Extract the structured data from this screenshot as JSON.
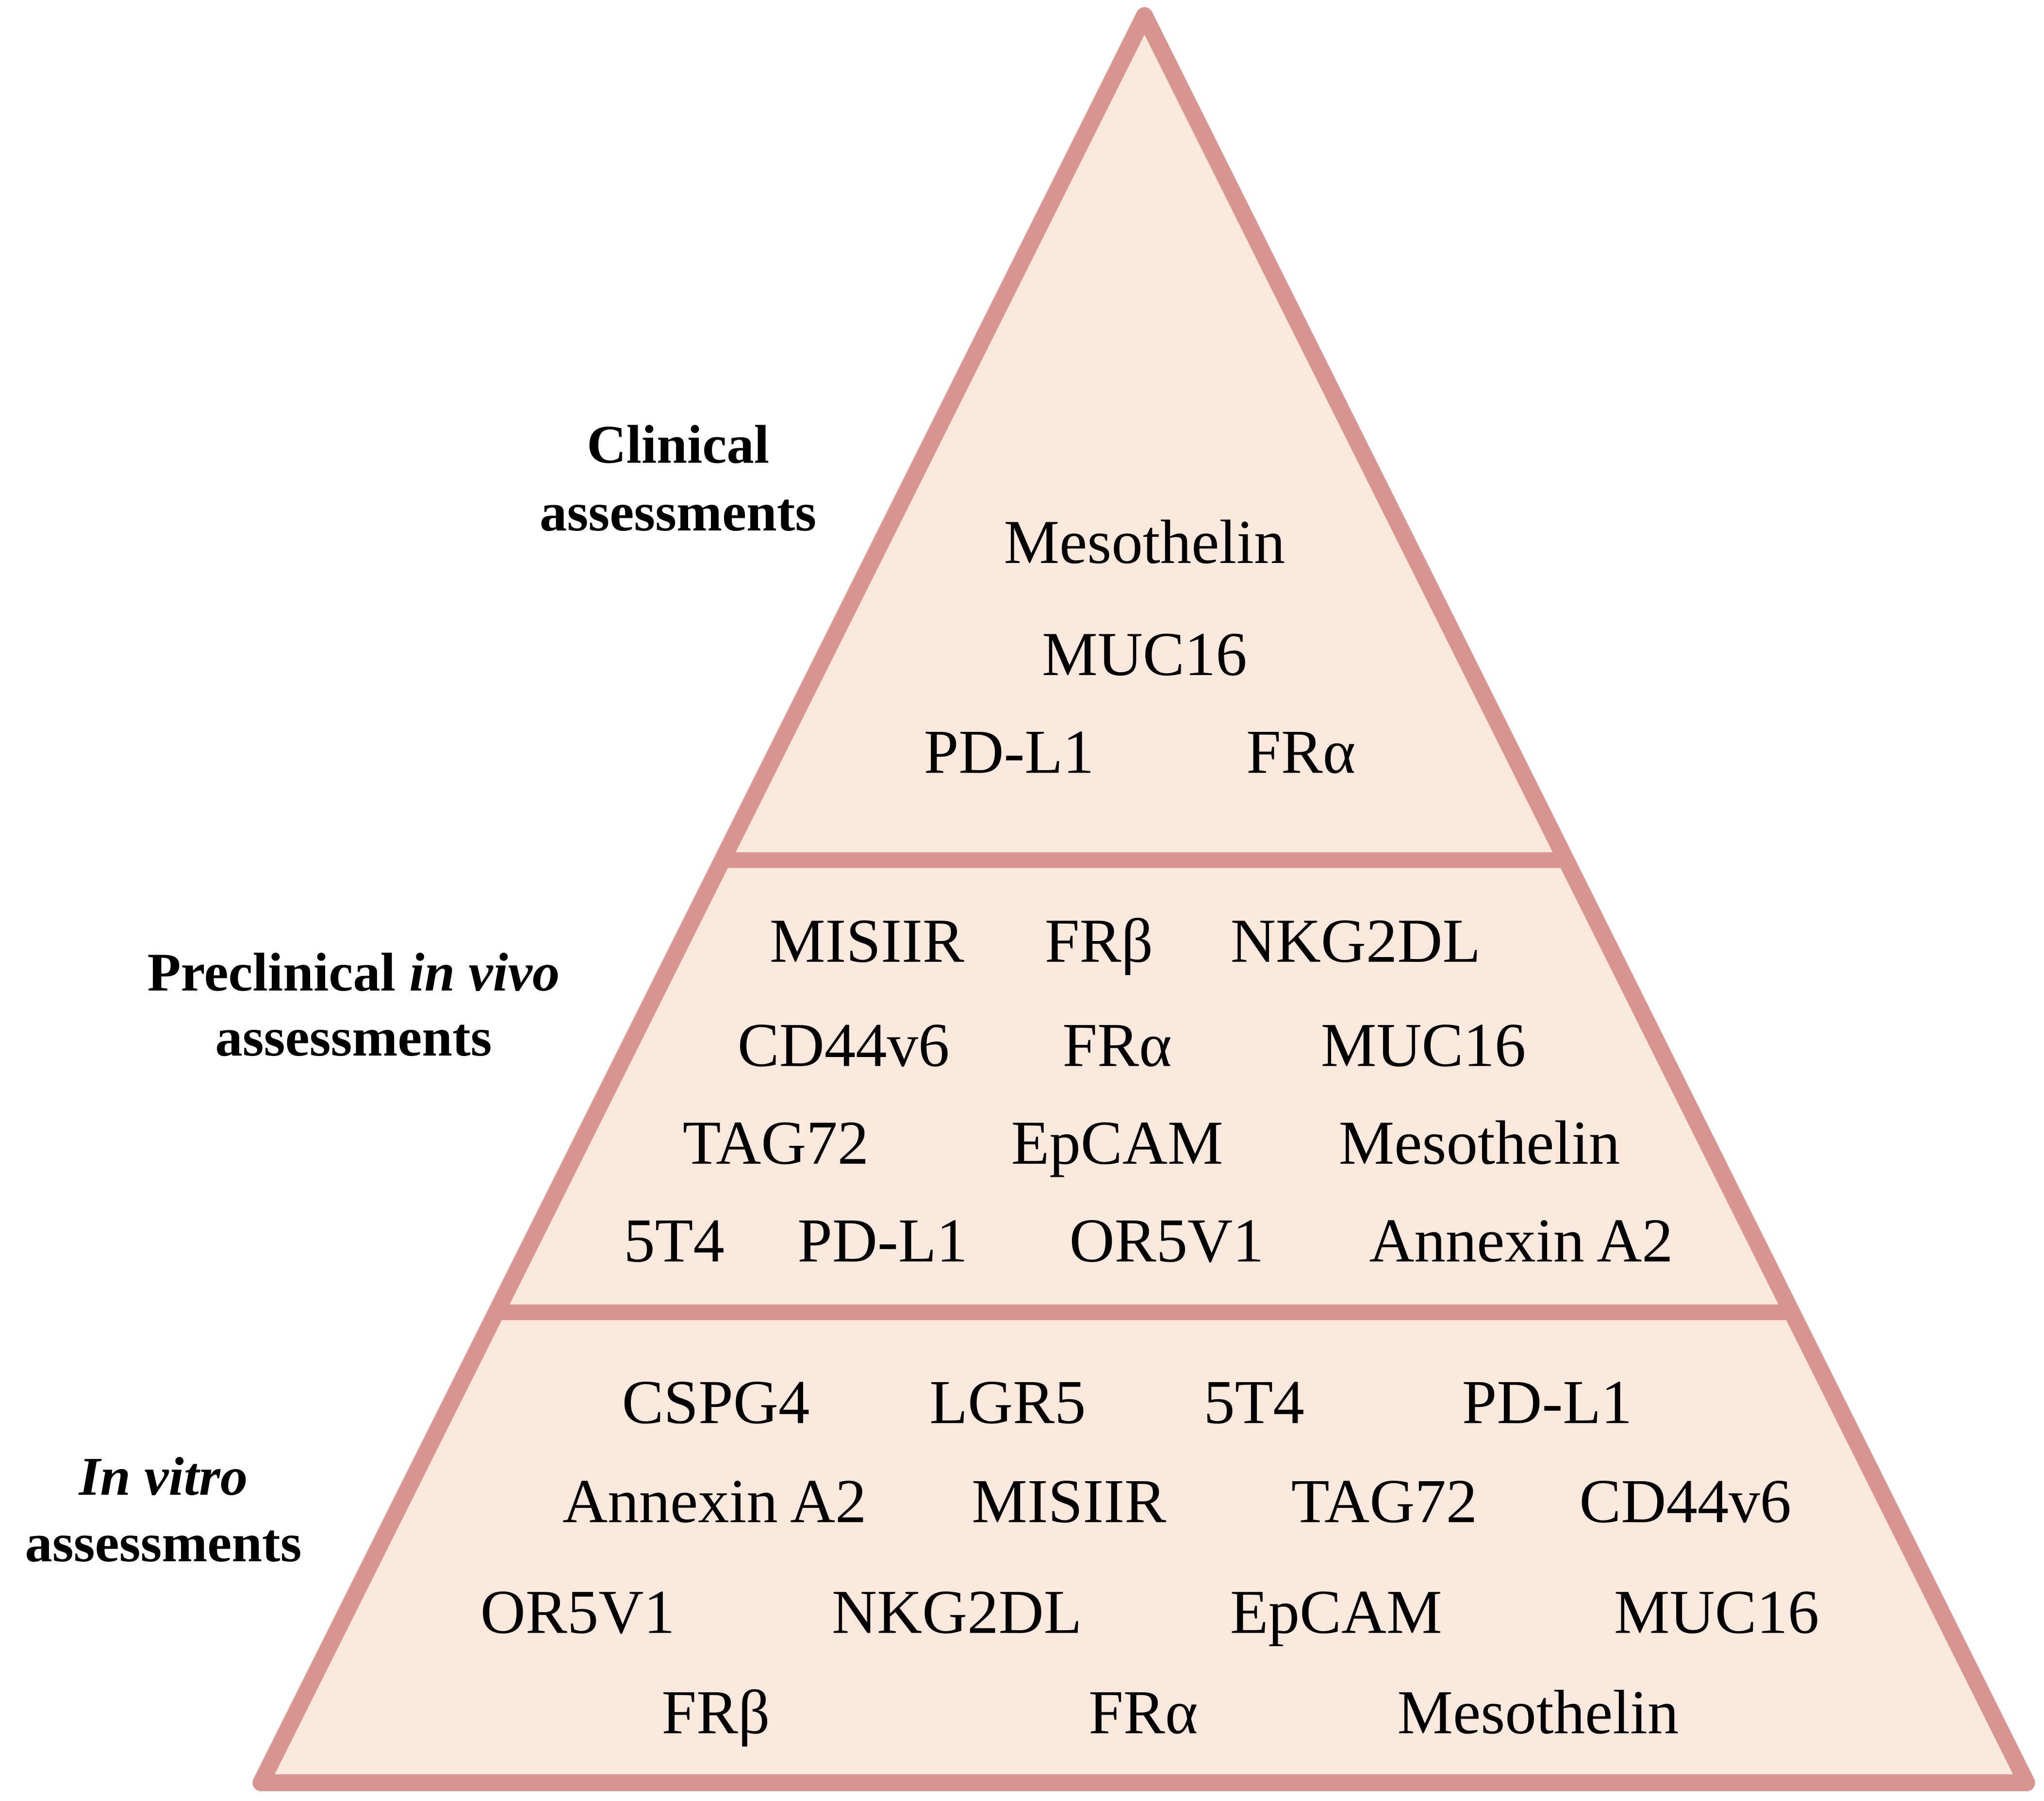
{
  "colors": {
    "stroke": "#D8948E",
    "fill": "#FBE8DC",
    "text": "#000000"
  },
  "tiers": [
    {
      "name": "clinical",
      "label_lines": [
        {
          "text": "Clinical",
          "italic": false
        },
        {
          "text": "assessments",
          "italic": false
        }
      ],
      "rows": [
        [
          "Mesothelin"
        ],
        [
          "MUC16"
        ],
        [
          "PD-L1",
          "FRα"
        ]
      ]
    },
    {
      "name": "preclinical-in-vivo",
      "label_lines": [
        {
          "text": "Preclinical ",
          "italic_suffix": "in vivo"
        },
        {
          "text": "assessments",
          "italic": false
        }
      ],
      "rows": [
        [
          "MISIIR",
          "FRβ",
          "NKG2DL"
        ],
        [
          "CD44v6",
          "FRα",
          "MUC16"
        ],
        [
          "TAG72",
          "EpCAM",
          "Mesothelin"
        ],
        [
          "5T4",
          "PD-L1",
          "OR5V1",
          "Annexin A2"
        ]
      ]
    },
    {
      "name": "in-vitro",
      "label_lines": [
        {
          "text": "In vitro",
          "italic": true
        },
        {
          "text": "assessments",
          "italic": false
        }
      ],
      "rows": [
        [
          "CSPG4",
          "LGR5",
          "5T4",
          "PD-L1"
        ],
        [
          "Annexin A2",
          "MISIIR",
          "TAG72",
          "CD44v6"
        ],
        [
          "OR5V1",
          "NKG2DL",
          "EpCAM",
          "MUC16"
        ],
        [
          "FRβ",
          "FRα",
          "Mesothelin"
        ]
      ]
    }
  ]
}
